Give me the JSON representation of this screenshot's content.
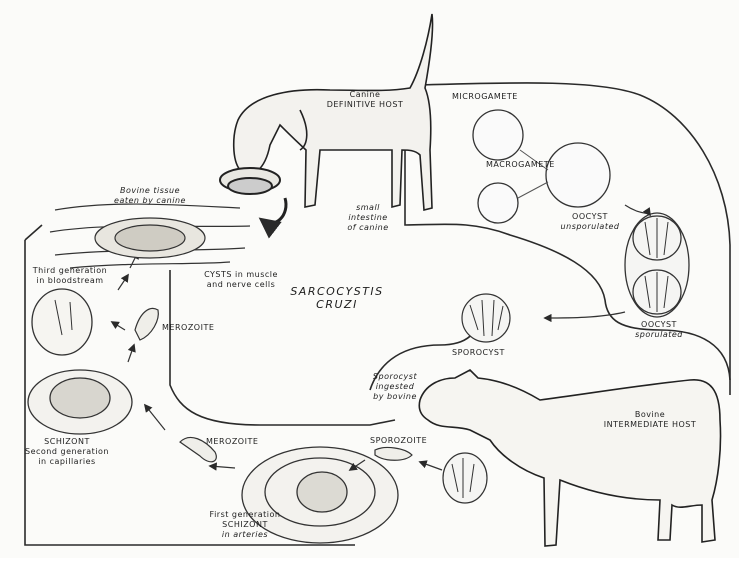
{
  "title": {
    "line1": "SARCOCYSTIS",
    "line2": "CRUZI"
  },
  "labels": {
    "canine_host_1": "Canine",
    "canine_host_2": "DEFINITIVE HOST",
    "microgamete": "MICROGAMETE",
    "macrogamete": "MACROGAMETE",
    "oocyst_unsp_1": "OOCYST",
    "oocyst_unsp_2": "unsporulated",
    "oocyst_sp_1": "OOCYST",
    "oocyst_sp_2": "sporulated",
    "small_intestine_1": "small",
    "small_intestine_2": "intestine",
    "small_intestine_3": "of canine",
    "bovine_tissue_1": "Bovine tissue",
    "bovine_tissue_2": "eaten by canine",
    "cysts_1": "CYSTS in muscle",
    "cysts_2": "and nerve cells",
    "third_gen_1": "Third generation",
    "third_gen_2": "in bloodstream",
    "merozoite_upper": "MEROZOITE",
    "merozoite_lower": "MEROZOITE",
    "sporocyst": "SPOROCYST",
    "sporocyst_ingested_1": "Sporocyst",
    "sporocyst_ingested_2": "ingested",
    "sporocyst_ingested_3": "by bovine",
    "sporozoite": "SPOROZOITE",
    "schizont_2_1": "SCHIZONT",
    "schizont_2_2": "Second generation",
    "schizont_2_3": "in capillaries",
    "schizont_1_1": "First generation",
    "schizont_1_2": "SCHIZONT",
    "schizont_1_3": "in arteries",
    "bovine_host_1": "Bovine",
    "bovine_host_2": "INTERMEDIATE HOST"
  }
}
